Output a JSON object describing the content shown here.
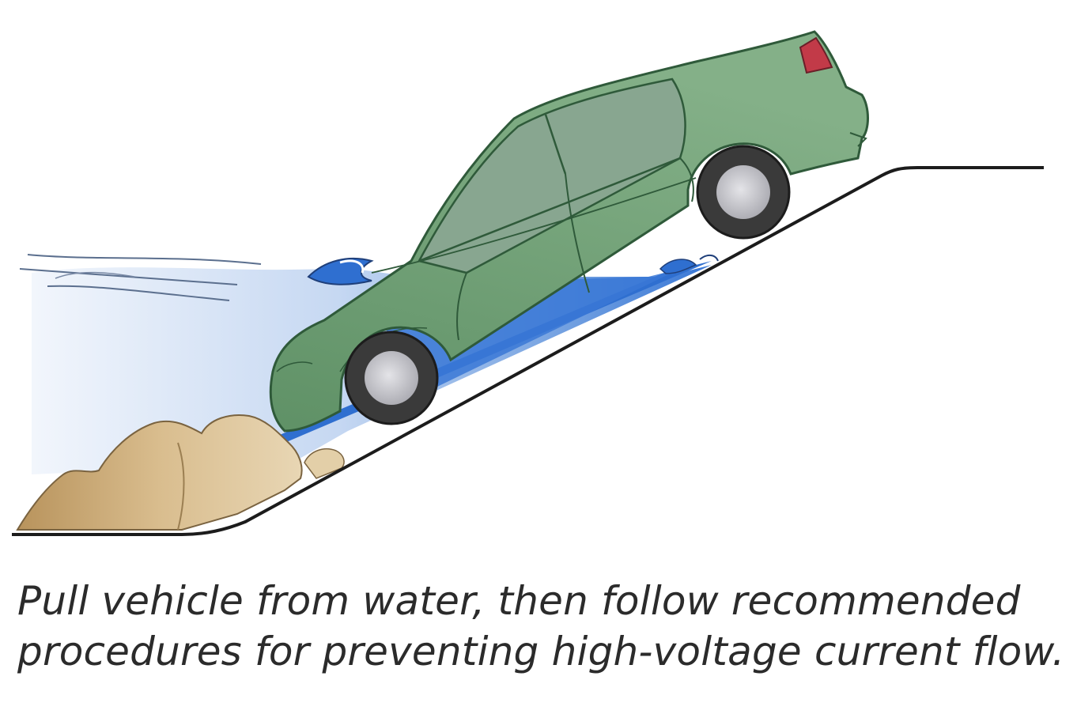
{
  "caption": {
    "line1": "Pull vehicle from water, then follow recommended",
    "line2": "procedures for preventing high-voltage current flow."
  },
  "colors": {
    "car_body": "#6e9e74",
    "car_outline": "#2f5a3a",
    "window": "#7f9a86",
    "tail_light": "#c23a48",
    "tire": "#3a3a3a",
    "rim": "#c8c8cc",
    "water_deep": "#2f6fd0",
    "water_light": "#dce8f8",
    "rock": "#c9ab7a",
    "ground_line": "#1c1c1c"
  },
  "icons": [
    "car-illustration",
    "water-illustration",
    "rocks-illustration",
    "embankment-line"
  ]
}
